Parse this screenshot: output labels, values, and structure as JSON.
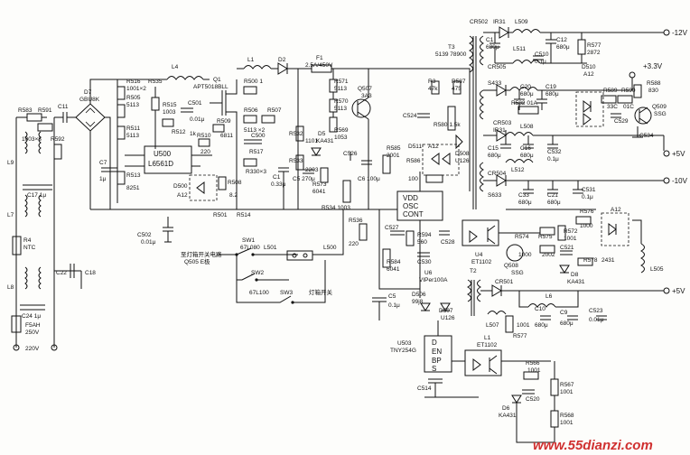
{
  "labels": {
    "r583": "R583",
    "r591": "R591",
    "r583v": "1003×3",
    "c11": "C11",
    "d7": "D7",
    "d7v": "GBU8K",
    "r592": "R592",
    "l9": "L9",
    "c17": "C17 1μ",
    "l7": "L7",
    "r4": "R4",
    "ntc": "NTC",
    "c22": "C22",
    "c18": "C18",
    "l8": "L8",
    "c24": "C24 1μ",
    "f5": "F5AH",
    "f5v": "250V",
    "v220": "220V",
    "c7": "C7",
    "c7v": "1μ",
    "r516": "R516",
    "r516v": "1001×2",
    "r535": "R535",
    "l4": "L4",
    "q1": "Q1",
    "q1v": "APT5018BLL",
    "r505": "R505",
    "r505v": "5113",
    "r515": "R515",
    "r515v": "1003",
    "c501": "C501",
    "c501v": "0.01μ",
    "r511": "R511",
    "r511v": "5113",
    "r512": "R512",
    "r512v": "1k",
    "r500": "R500 1",
    "r506": "R506",
    "r507": "R507",
    "r506v": "5113 ×2",
    "r509": "R509",
    "r509v": "6811",
    "r510": "R510",
    "r510v": "220",
    "u500": "U500",
    "u500v": "L6561D",
    "r513": "R513",
    "r513v": "8251",
    "d500": "D500",
    "d500v": "A12",
    "r508": "R508",
    "r508v": "8.2",
    "c500": "C500",
    "r517": "R517",
    "r517v": "R330×3",
    "c1": "C1",
    "c1v": "0.33μ",
    "r501": "R501",
    "r514": "R514",
    "l1": "L1",
    "d2": "D2",
    "f1": "F1",
    "f1v": "2.5A/450V",
    "r571": "R571",
    "r571v": "5113",
    "r570": "R570",
    "r570v": "5113",
    "q507": "Q507",
    "q507v": "3A3",
    "r532": "R532",
    "r532v": "1101",
    "r533": "R533",
    "r533v": "2203",
    "d5": "D5",
    "d5v": "KA431",
    "c5": "C5 270μ",
    "r569": "R569",
    "r569v": "1053",
    "r573": "R573",
    "r573v": "6041",
    "r534": "R534 1003",
    "c502": "C502",
    "c502v": "0.01μ",
    "sw1": "SW1",
    "sw2": "SW2",
    "sw3": "SW3",
    "l501": "L501",
    "l500": "L500",
    "q505": "Q505 E极",
    "sw_note1": "至灯箱开关电路",
    "sw_note2": "Q505 E极",
    "sw3_note": "灯箱开关",
    "l501v": "67L080",
    "l500v": "67L100",
    "r536": "R536",
    "r536v": "220",
    "c6": "C6 100μ",
    "c526": "C526",
    "r585": "R585",
    "r585v": "2001",
    "c527": "C527",
    "r584": "R584",
    "r584v": "6041",
    "r594": "R594",
    "r594v": "560",
    "c530": "C530",
    "c528": "C528",
    "u6": "U6",
    "u6v": "VIPer100A",
    "vdd": "VDD",
    "osc": "OSC",
    "cont": "CONT",
    "r3": "R3",
    "r3v": "47k",
    "r587": "R587",
    "r587v": "475",
    "c524": "C524",
    "r586": "R586",
    "r586v": "100",
    "r580": "R580 1.5k",
    "d511": "D511",
    "d511v": "A12",
    "d508": "D508",
    "d508v": "U126",
    "t3": "T3",
    "t3v": "5139 78900",
    "cr502": "CR502",
    "cr502v": "IR31",
    "l509": "L509",
    "v_m12": "-12V",
    "c1_": "C1",
    "c1_v": "680μ",
    "l511": "L511",
    "c12": "C12",
    "c12v": "680μ",
    "r577": "R577",
    "r577v": "2872",
    "c510": "C510",
    "c510v": "0.1μ",
    "cr505": "CR505",
    "s433": "S433",
    "c20": "C20",
    "c20v": "680μ",
    "c19": "C19",
    "c19v": "680μ",
    "r582": "R582 01A",
    "d510": "D510",
    "d510v": "A12",
    "r589": "R589",
    "r589v": "33C",
    "r590": "R590",
    "r590v": "01C",
    "v33": "+3.3V",
    "r588": "R588",
    "r588v": "830",
    "q509": "Q509",
    "q509v": "SSG",
    "c529": "C529",
    "c534": "C534",
    "cr503": "CR503",
    "cr503v": "IR31",
    "l508": "L508",
    "c15": "C15",
    "c15v": "680μ",
    "c16": "C16",
    "c16v": "680μ",
    "c532": "C532",
    "c532v": "0.1μ",
    "v_p5": "+5V",
    "l512": "L512",
    "cr504": "CR504",
    "s633": "S633",
    "c33": "C33",
    "c33v": "680μ",
    "c21": "C21",
    "c21v": "680μ",
    "c531": "C531",
    "c531v": "0.1μ",
    "v_m10": "-10V",
    "u4": "U4",
    "u4v": "ET1102",
    "r576": "R576",
    "r576v": "1000",
    "a12": "A12",
    "r572": "R572",
    "r572v": "1001",
    "r574": "R574",
    "r575": "R575",
    "r574v": "1000",
    "r575v": "2002",
    "c521": "C521",
    "q508": "Q508",
    "q508v": "SSG",
    "r578": "R578",
    "r578v": "2431",
    "d8": "D8",
    "d8v": "KA431",
    "l505": "L505",
    "t2": "T2",
    "cr501": "CR501",
    "l6": "L6",
    "c10": "C10",
    "c10v": "680μ",
    "c9": "C9",
    "c9v": "680μ",
    "c523": "C523",
    "c523v": "0.01μ",
    "v_p5b": "+5V",
    "c5b": "C5",
    "c5bv": "0.1μ",
    "d506": "D506",
    "d506v": "99j8",
    "d507": "D507",
    "d507v": "U126",
    "l507": "L507",
    "r577b": "R577",
    "r577bv": "1001",
    "u503": "U503",
    "u503v": "TNY254G",
    "d_pin": "D",
    "en": "EN",
    "bp": "BP",
    "s_pin": "S",
    "c514": "C514",
    "l1b": "L1",
    "l1bv": "ET1102",
    "r566": "R566",
    "r566v": "1001",
    "c520": "C520",
    "r567": "R567",
    "r567v": "1001",
    "d6": "D6",
    "d6v": "KA431",
    "r568": "R568",
    "r568v": "1001",
    "watermark": "www.55dianzi.com"
  }
}
